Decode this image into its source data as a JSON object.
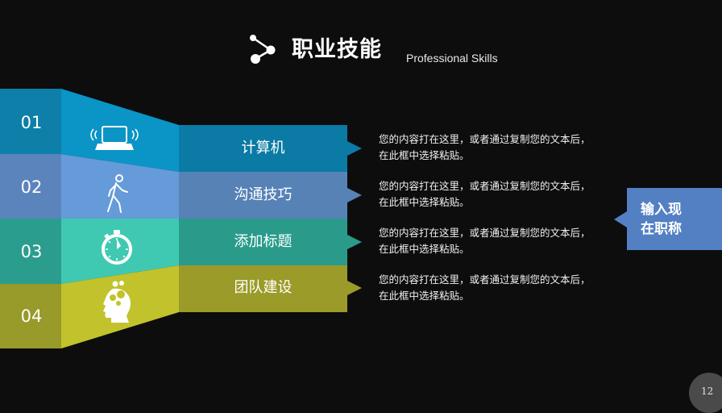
{
  "header": {
    "title": "职业技能",
    "subtitle": "Professional Skills",
    "icon": "share-nodes-icon"
  },
  "colors": {
    "background": "#0d0d0e",
    "band1": {
      "left": "#0d7fa8",
      "mid": "#0a95c6",
      "right": "#0b7aa4"
    },
    "band2": {
      "left": "#5b84bd",
      "mid": "#659bd8",
      "right": "#5682b6"
    },
    "band3": {
      "left": "#2b9d8f",
      "mid": "#40c9b2",
      "right": "#2a9b8b"
    },
    "band4": {
      "left": "#989a2a",
      "mid": "#c2c22c",
      "right": "#9a9b28"
    },
    "callout": "#5280c3"
  },
  "items": [
    {
      "number": "01",
      "icon": "laptop-wifi-icon",
      "label": "计算机",
      "desc_line1": "您的内容打在这里，或者通过复制您的文本后，",
      "desc_line2": "在此框中选择粘贴。"
    },
    {
      "number": "02",
      "icon": "walking-person-icon",
      "label": "沟通技巧",
      "desc_line1": "您的内容打在这里，或者通过复制您的文本后，",
      "desc_line2": "在此框中选择粘贴。"
    },
    {
      "number": "03",
      "icon": "stopwatch-icon",
      "label": "添加标题",
      "desc_line1": "您的内容打在这里，或者通过复制您的文本后，",
      "desc_line2": "在此框中选择粘贴。"
    },
    {
      "number": "04",
      "icon": "head-gears-icon",
      "label": "团队建设",
      "desc_line1": "您的内容打在这里，或者通过复制您的文本后，",
      "desc_line2": "在此框中选择粘贴。"
    }
  ],
  "callout": {
    "line1": "输入现",
    "line2": "在职称"
  },
  "page": {
    "number": "12"
  }
}
